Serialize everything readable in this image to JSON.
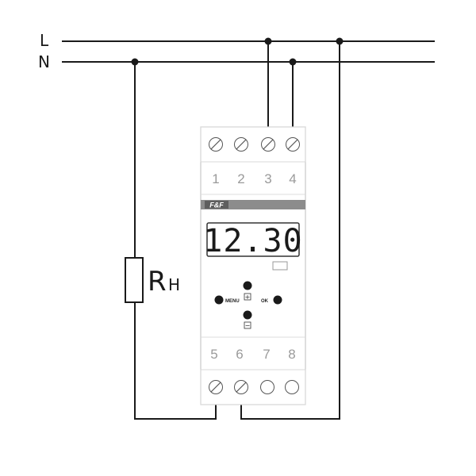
{
  "lines": {
    "live": "L",
    "neutral": "N"
  },
  "load": {
    "label_main": "R",
    "label_sub": "H"
  },
  "device": {
    "brand": "F&F",
    "display_value": "12.30",
    "top_terminals": [
      "1",
      "2",
      "3",
      "4"
    ],
    "bottom_terminals": [
      "5",
      "6",
      "7",
      "8"
    ],
    "buttons": {
      "menu": "MENU",
      "ok": "OK",
      "plus": "+",
      "minus": "−"
    }
  },
  "colors": {
    "wire": "#1a1a1a",
    "housing_border": "#c8c8c8",
    "brand_bar": "#8c8c8c",
    "terminal_number": "#9a9a9a"
  }
}
